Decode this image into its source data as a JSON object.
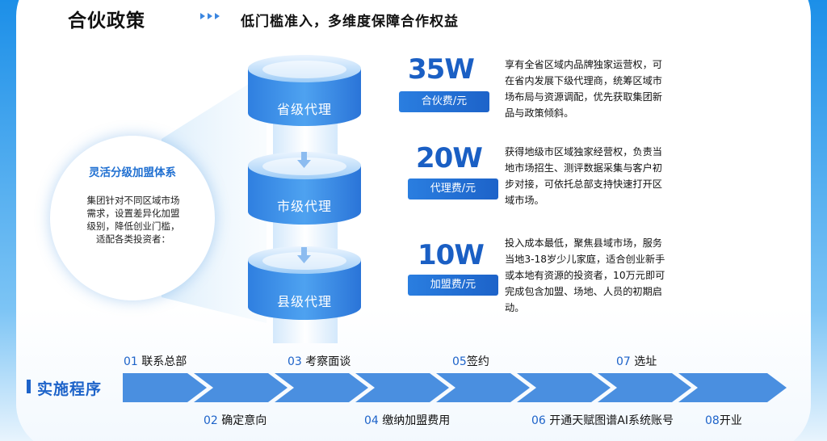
{
  "header": {
    "title": "合伙政策",
    "subtitle": "低门槛准入，多维度保障合作权益"
  },
  "intro": {
    "title": "灵活分级加盟体系",
    "body_lines": [
      "集团针对不同区域市场",
      "需求，设置差异化加盟",
      "级别，降低创业门槛，",
      "适配各类投资者："
    ]
  },
  "tiers": [
    {
      "label": "省级代理",
      "price": "35W",
      "fee_label": "合伙费/元",
      "description": "享有全省区域内品牌独家运营权，可在省内发展下级代理商，统筹区域市场布局与资源调配，优先获取集团新品与政策倾斜。"
    },
    {
      "label": "市级代理",
      "price": "20W",
      "fee_label": "代理费/元",
      "description": "获得地级市区域独家经营权，负责当地市场招生、测评数据采集与客户初步对接，可依托总部支持快速打开区域市场。"
    },
    {
      "label": "县级代理",
      "price": "10W",
      "fee_label": "加盟费/元",
      "description": "投入成本最低，聚焦县域市场，服务当地3-18岁少儿家庭，适合创业新手或本地有资源的投资者，10万元即可完成包含加盟、场地、人员的初期启动。"
    }
  ],
  "process": {
    "title": "实施程序",
    "steps": [
      {
        "num": "01",
        "label": "联系总部"
      },
      {
        "num": "02",
        "label": "确定意向"
      },
      {
        "num": "03",
        "label": "考察面谈"
      },
      {
        "num": "04",
        "label": "缴纳加盟费用"
      },
      {
        "num": "05",
        "label": "签约"
      },
      {
        "num": "06",
        "label": "开通天赋图谱AI系统账号"
      },
      {
        "num": "07",
        "label": "选址"
      },
      {
        "num": "08",
        "label": "开业"
      }
    ]
  },
  "colors": {
    "accent": "#1d63c9",
    "background": "#2f9be6",
    "chevron": "#4a8fe0"
  }
}
